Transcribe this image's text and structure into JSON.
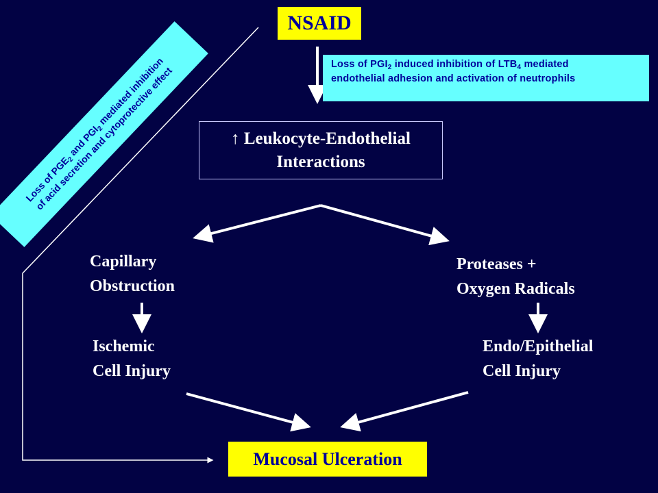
{
  "nodes": {
    "nsaid": "NSAID",
    "pgi2_note": {
      "line1_a": "Loss of PGI",
      "line1_sub1": "2",
      "line1_b": " induced inhibition of LTB",
      "line1_sub2": "4",
      "line1_c": " mediated",
      "line2": "endothelial adhesion and activation  of neutrophils"
    },
    "leukocyte": {
      "line1": "↑ Leukocyte-Endothelial",
      "line2": "Interactions"
    },
    "capillary": {
      "line1": "Capillary",
      "line2": "Obstruction"
    },
    "proteases": {
      "line1": "Proteases +",
      "line2": "Oxygen Radicals"
    },
    "ischemic": {
      "line1": "Ischemic",
      "line2": "Cell Injury"
    },
    "endo": {
      "line1": "Endo/Epithelial",
      "line2": "Cell Injury"
    },
    "mucosal": "Mucosal Ulceration",
    "pge2_note": {
      "line1_a": "Loss of PGE",
      "line1_sub1": "2",
      "line1_b": " and PGI",
      "line1_sub2": "2",
      "line1_c": " mediated inhibition",
      "line2": "of acid secretion and cytoprotective effect"
    }
  },
  "colors": {
    "background": "#020244",
    "highlight_box": "#ffff00",
    "note_box": "#66ffff",
    "box_text": "#00009a",
    "main_text": "#ffffff"
  }
}
